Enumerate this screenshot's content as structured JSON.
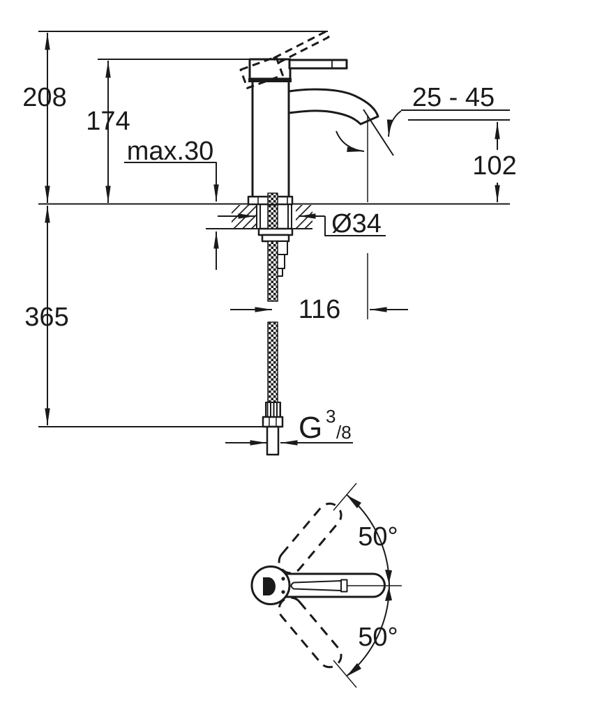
{
  "front_view": {
    "labels": {
      "total_height": "208",
      "body_height": "174",
      "max_mounting_thickness": "max.30",
      "aerator_angle_range": "25 - 45",
      "spout_outlet_height": "102",
      "hole_diameter": "Ø34",
      "spout_projection": "116",
      "hose_length": "365",
      "thread": {
        "g": "G",
        "num": "3",
        "den": "/8"
      }
    }
  },
  "top_view": {
    "labels": {
      "swivel_angle_upper": "50°",
      "swivel_angle_lower": "50°"
    }
  },
  "colors": {
    "line": "#1a1a1a",
    "background": "#ffffff"
  }
}
